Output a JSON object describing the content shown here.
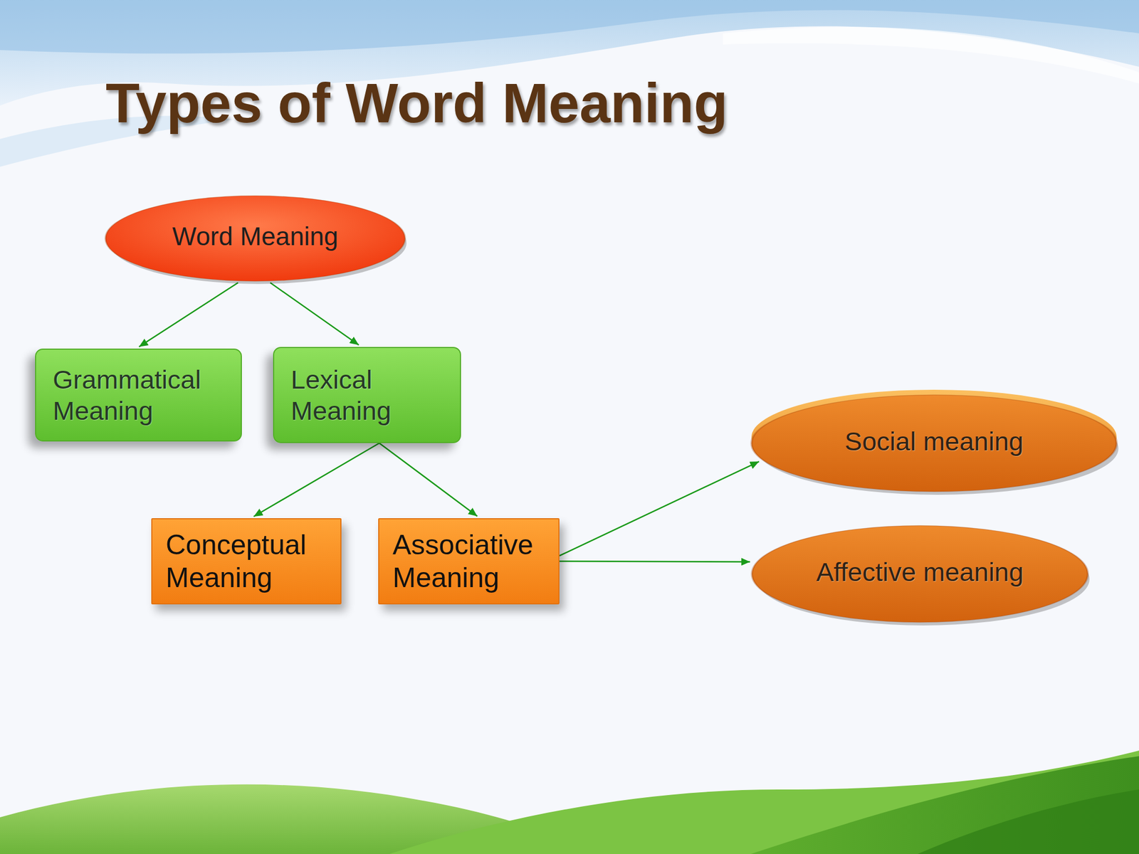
{
  "diagram": {
    "title": "Types of Word Meaning",
    "nodes": [
      {
        "text": [
          "Word Meaning"
        ]
      },
      {
        "text": [
          "Grammatical Meaning"
        ]
      },
      {
        "text": [
          "Lexical Meaning"
        ]
      },
      {
        "text": [
          "Conceptual Meaning"
        ]
      },
      {
        "text": [
          "Associative Meaning"
        ]
      },
      {
        "text": [
          "Social meaning"
        ]
      },
      {
        "text": [
          "Affective meaning"
        ]
      }
    ],
    "edges": [
      {
        "from": 0,
        "to": 1,
        "arrow": "to"
      },
      {
        "from": 0,
        "to": 2,
        "arrow": "to"
      },
      {
        "from": 2,
        "to": 3,
        "arrow": "to"
      },
      {
        "from": 2,
        "to": 4,
        "arrow": "to"
      },
      {
        "from": 4,
        "to": 5,
        "arrow": "to"
      },
      {
        "from": 4,
        "to": 6,
        "arrow": "to"
      }
    ]
  }
}
